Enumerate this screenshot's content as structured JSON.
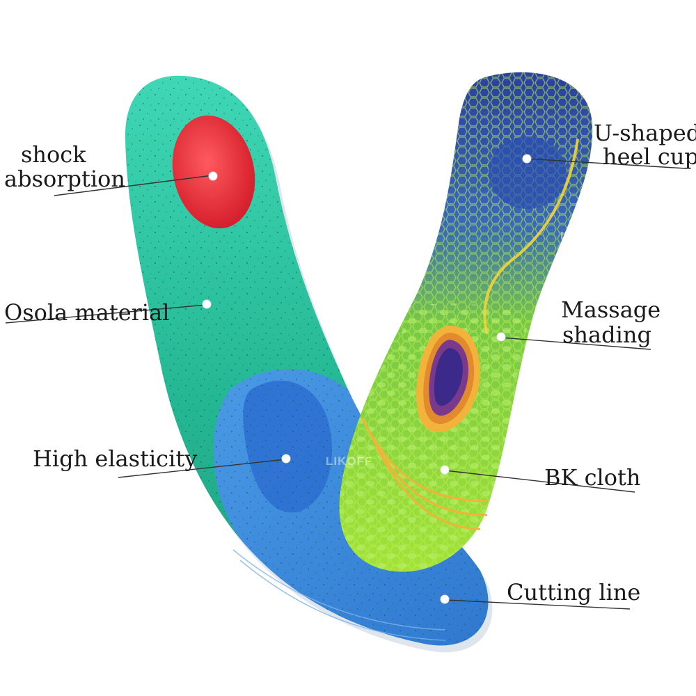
{
  "callouts": {
    "shock_absorption": [
      "shock",
      "absorption"
    ],
    "osola_material": "Osola material",
    "high_elasticity": "High elasticity",
    "u_shaped_heel_cup": [
      "U-shaped",
      "heel cup"
    ],
    "massage_shading": [
      "Massage",
      "shading"
    ],
    "bk_cloth": "BK cloth",
    "cutting_line": "Cutting line"
  },
  "watermark": "LIKOFF",
  "colors": {
    "left_insole_top": "#2fc7a6",
    "left_insole_arch": "#3d8bd9",
    "left_heel_pad": "#e8323c",
    "right_insole_green": "#8fd93a",
    "right_insole_blue": "#2a3f9a",
    "right_arch_pad": "#3b2a8a",
    "accent_line": "#f2b33a"
  }
}
